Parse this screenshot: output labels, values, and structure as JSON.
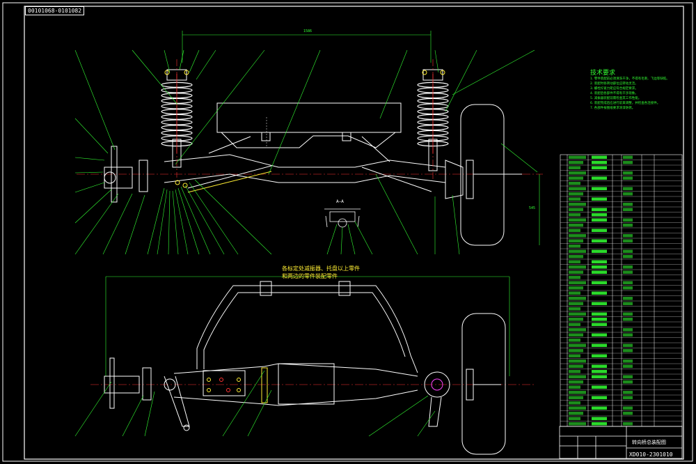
{
  "sheet": {
    "tag": "00101068-0101082",
    "drawing_title": "转向桥总装配图",
    "drawing_number": "XD010-2301010"
  },
  "technical_requirements": {
    "title": "技术要求",
    "notes": [
      "1. 零件装配前必须清洗干净，不得有毛刺、飞边等缺陷。",
      "2. 装配时各转动部位应转动灵活。",
      "3. 螺栓拧紧力矩应符合规定要求。",
      "4. 装配后各部件不得有干涉现象。",
      "5. 减振器装配前需检查其工作性能。",
      "6. 装配完成后应进行前束调整，并检查各连接件。",
      "7. 各部件按图纸要求涂漆防锈。"
    ]
  },
  "annotations": {
    "top_note": "各标定处减振器、托盘以上零件",
    "bottom_note": "和两边的零件装配零件",
    "section_label": "A—A"
  },
  "colors": {
    "background": "#000000",
    "frame": "#ffffff",
    "leader": "#33ff33",
    "part": "#ffffff",
    "spring": "#ffffff",
    "centerline": "#ff3333",
    "accent": "#ffee33",
    "hidden": "#ff44ff",
    "dimension": "#33ff33"
  }
}
